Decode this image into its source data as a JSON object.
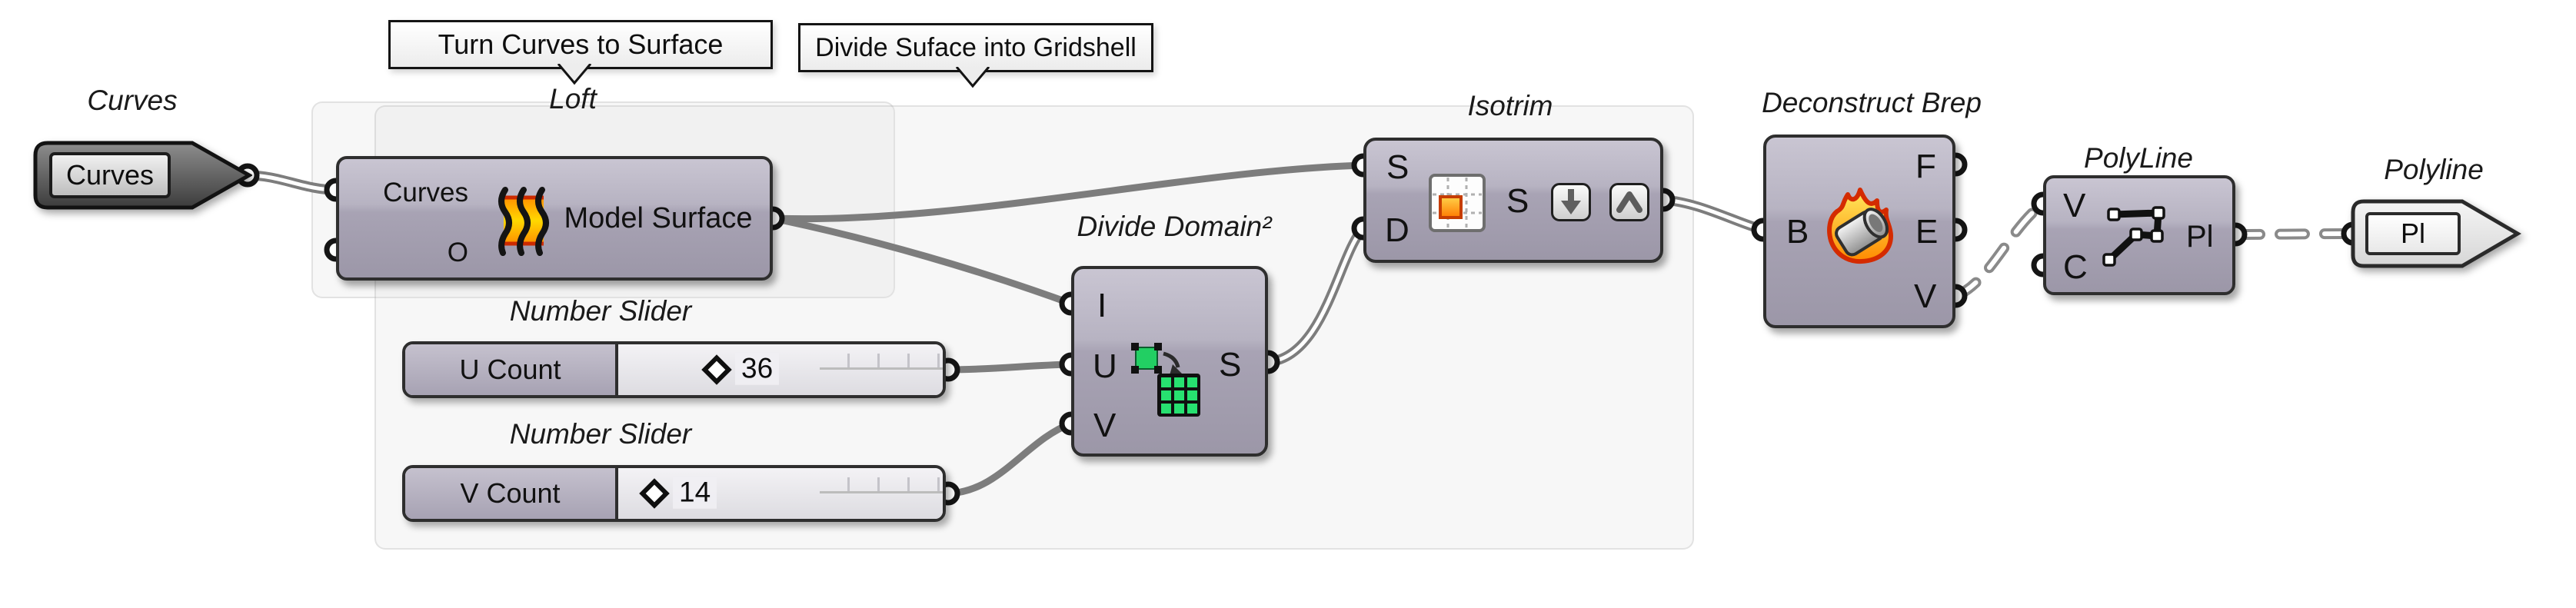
{
  "colors": {
    "wire": "#7d7d7d",
    "component_fill_top": "#c9c5d2",
    "component_fill_bottom": "#9c97a8",
    "component_border": "#2e2e2e",
    "group_border": "#dddddd",
    "loft_icon_orange": "#ff9000",
    "divide_icon_green": "#22cf63",
    "isotrim_icon_orange": "#ff8a00",
    "brep_flame_red": "#d42b00"
  },
  "balloons": {
    "turn_curves": "Turn Curves to Surface",
    "divide_surface": "Divide Suface into Gridshell"
  },
  "curves_param": {
    "title": "Curves",
    "value": "Curves"
  },
  "loft": {
    "title": "Loft",
    "inputs": {
      "curves": "Curves",
      "options": "O"
    },
    "display_name": "Model Surface"
  },
  "slider_u": {
    "title": "Number Slider",
    "name": "U Count",
    "value": "36"
  },
  "slider_v": {
    "title": "Number Slider",
    "name": "V Count",
    "value": "14"
  },
  "divide_domain": {
    "title": "Divide Domain²",
    "input_i": "I",
    "input_u": "U",
    "input_v": "V",
    "output_s": "S"
  },
  "isotrim": {
    "title": "Isotrim",
    "input_s": "S",
    "input_d": "D",
    "output_s": "S"
  },
  "deconstruct_brep": {
    "title": "Deconstruct Brep",
    "input_b": "B",
    "output_f": "F",
    "output_e": "E",
    "output_v": "V"
  },
  "polyline_component": {
    "title": "PolyLine",
    "input_v": "V",
    "input_c": "C",
    "output_pl": "Pl"
  },
  "polyline_param": {
    "title": "Polyline",
    "value": "Pl"
  }
}
